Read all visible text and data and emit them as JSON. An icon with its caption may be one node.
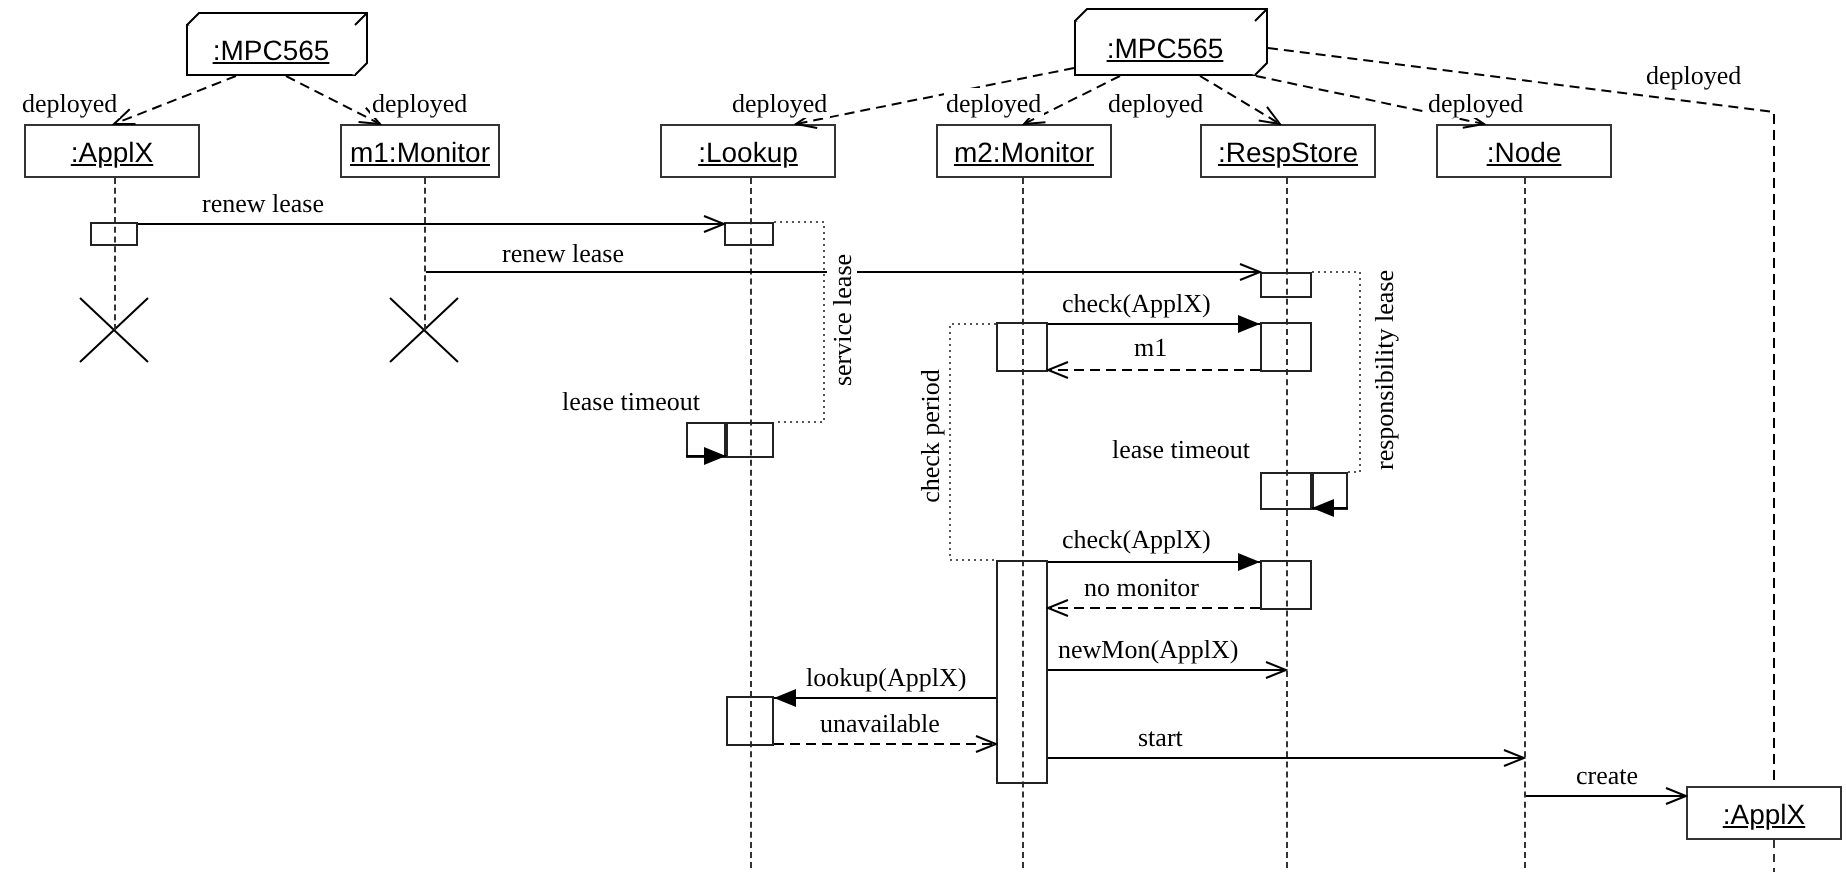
{
  "diagram": {
    "nodes": [
      {
        "text": [
          ":MPC565"
        ]
      },
      {
        "text": [
          ":MPC565"
        ]
      },
      {
        "text": [
          ":ApplX"
        ]
      },
      {
        "text": [
          "m1:Monitor"
        ]
      },
      {
        "text": [
          ":Lookup"
        ]
      },
      {
        "text": [
          "m2:Monitor"
        ]
      },
      {
        "text": [
          ":RespStore"
        ]
      },
      {
        "text": [
          ":Node"
        ]
      },
      {
        "text": [
          ":ApplX"
        ]
      },
      {
        "text": [],
        "shape": "line"
      },
      {
        "text": [],
        "shape": "line"
      },
      {
        "text": [],
        "shape": "line"
      },
      {
        "text": [],
        "shape": "line"
      },
      {
        "text": [],
        "shape": "line"
      },
      {
        "text": [],
        "shape": "line"
      },
      {
        "text": [],
        "shape": "bar"
      },
      {
        "text": [],
        "shape": "bar"
      },
      {
        "text": [],
        "shape": "bar"
      },
      {
        "text": [],
        "shape": "bar"
      },
      {
        "text": [],
        "shape": "bar"
      },
      {
        "text": [],
        "shape": "bar"
      },
      {
        "text": [],
        "shape": "bar"
      },
      {
        "text": [],
        "shape": "bar"
      },
      {
        "text": [],
        "shape": "bar"
      },
      {
        "text": [],
        "shape": "bar"
      },
      {
        "text": [],
        "shape": "bar"
      },
      {
        "text": [],
        "shape": "bar"
      }
    ],
    "edges": [
      {
        "from": 0,
        "to": 2,
        "arrow": "to",
        "label": "deployed",
        "style": "dashed"
      },
      {
        "from": 0,
        "to": 3,
        "arrow": "to",
        "label": "deployed",
        "style": "dashed"
      },
      {
        "from": 1,
        "to": 4,
        "arrow": "to",
        "label": "deployed",
        "style": "dashed"
      },
      {
        "from": 1,
        "to": 5,
        "arrow": "to",
        "label": "deployed",
        "style": "dashed"
      },
      {
        "from": 1,
        "to": 6,
        "arrow": "to",
        "label": "deployed",
        "style": "dashed"
      },
      {
        "from": 1,
        "to": 7,
        "arrow": "to",
        "label": "deployed",
        "style": "dashed"
      },
      {
        "from": 1,
        "to": 8,
        "arrow": "none",
        "label": "deployed",
        "style": "dashed"
      },
      {
        "from": 15,
        "to": 16,
        "arrow": "to",
        "label": "renew lease"
      },
      {
        "from": 10,
        "to": 17,
        "arrow": "to",
        "label": "renew lease"
      },
      {
        "from": 18,
        "to": 19,
        "arrow": "to",
        "label": "check(ApplX)"
      },
      {
        "from": 19,
        "to": 18,
        "arrow": "to",
        "label": "m1",
        "style": "dashed"
      },
      {
        "from": 20,
        "to": 21,
        "arrow": "to",
        "label": "lease timeout"
      },
      {
        "from": 23,
        "to": 22,
        "arrow": "to",
        "label": "lease timeout"
      },
      {
        "from": 25,
        "to": 24,
        "arrow": "to",
        "label": "check(ApplX)"
      },
      {
        "from": 24,
        "to": 25,
        "arrow": "to",
        "label": "no monitor",
        "style": "dashed"
      },
      {
        "from": 25,
        "to": 13,
        "arrow": "to",
        "label": "newMon(ApplX)"
      },
      {
        "from": 25,
        "to": 26,
        "arrow": "to",
        "label": "lookup(ApplX)"
      },
      {
        "from": 26,
        "to": 25,
        "arrow": "to",
        "label": "unavailable",
        "style": "dashed"
      },
      {
        "from": 25,
        "to": 14,
        "arrow": "to",
        "label": "start"
      },
      {
        "from": 14,
        "to": 8,
        "arrow": "to",
        "label": "create"
      }
    ],
    "labels": [
      "service lease",
      "check period",
      "responsibility lease"
    ]
  }
}
